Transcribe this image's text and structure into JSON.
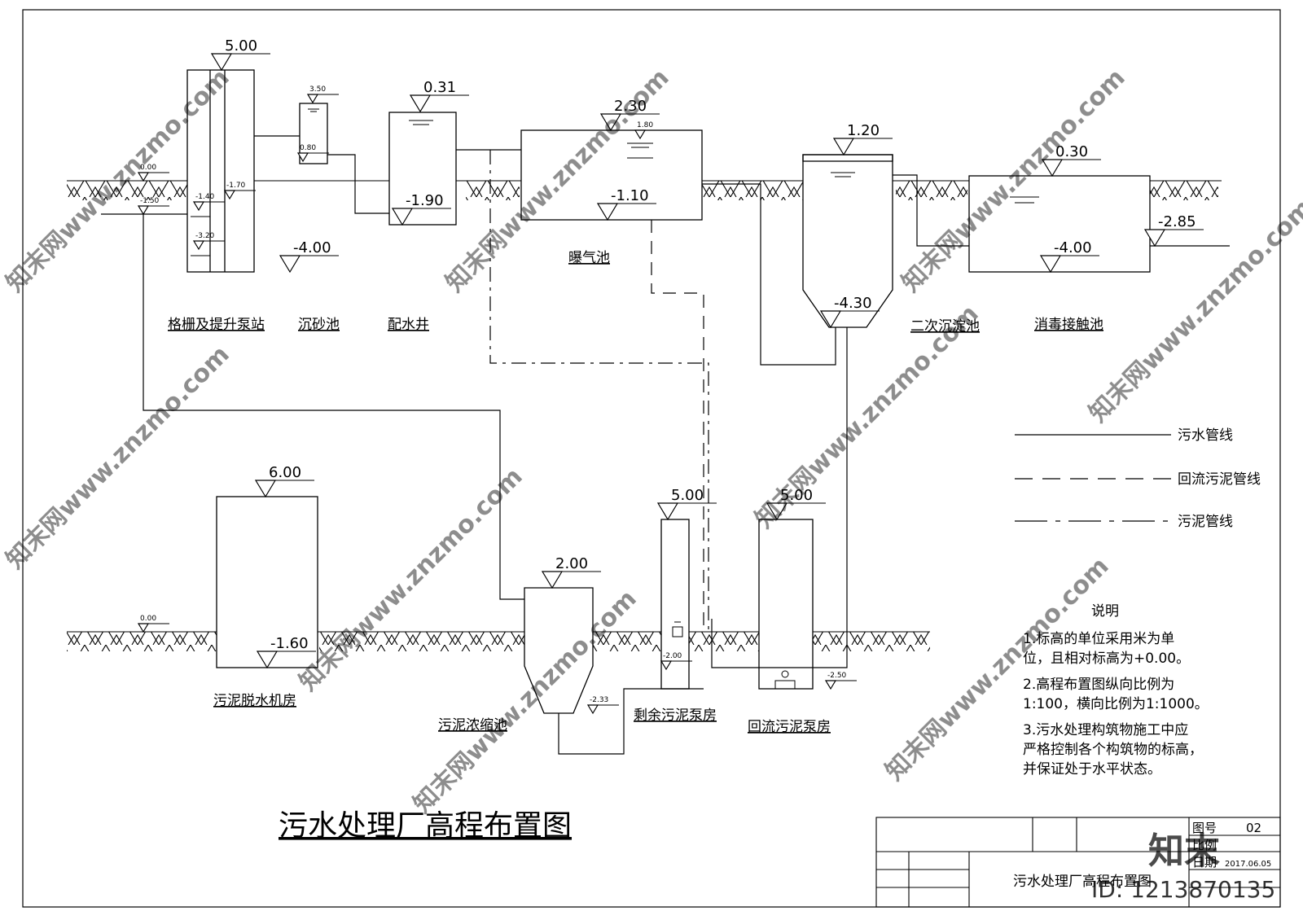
{
  "title": "污水处理厂高程布置图",
  "structures": {
    "grille": "格栅及提升泵站",
    "grit": "沉砂池",
    "distribution": "配水井",
    "aeration": "曝气池",
    "secondary": "二次沉淀池",
    "disinfection": "消毒接触池",
    "dewatering": "污泥脱水机房",
    "thickener": "污泥浓缩池",
    "excess_pump": "剩余污泥泵房",
    "return_pump": "回流污泥泵房"
  },
  "elevations": {
    "grille_top": "5.00",
    "ground_top_left": "0.00",
    "ground_bottom_left": "0.00",
    "inlet": "-1.50",
    "grille_w1": "-1.40",
    "grille_w2": "-1.70",
    "grille_w3": "-3.20",
    "grille_base": "-4.00",
    "grit_top": "3.50",
    "grit_w": "0.80",
    "dist_top": "0.31",
    "dist_base": "-1.90",
    "aer_top": "2.30",
    "aer_w": "1.80",
    "aer_base": "-1.10",
    "sec_top": "1.20",
    "sec_base": "-4.30",
    "dis_top": "0.30",
    "dis_base": "-4.00",
    "outlet": "-2.85",
    "dew_top": "6.00",
    "dew_base": "-1.60",
    "thick_top": "2.00",
    "thick_base": "-2.33",
    "excess_top": "5.00",
    "excess_base": "-2.00",
    "return_top": "5.00",
    "return_base": "-2.50"
  },
  "legend": {
    "sewage": "污水管线",
    "return_sludge": "回流污泥管线",
    "sludge": "污泥管线"
  },
  "notes": {
    "heading": "说明",
    "lines": [
      "1.标高的单位采用米为单",
      "位，且相对标高为+0.00。",
      "2.高程布置图纵向比例为",
      "1:100，横向比例为1:1000。",
      "3.污水处理构筑物施工中应",
      "严格控制各个构筑物的标高，",
      "并保证处于水平状态。"
    ]
  },
  "titleblock": {
    "drawing_no_label": "图号",
    "drawing_no": "02",
    "scale_label": "比例",
    "date_label": "日期",
    "date": "2017.06.05",
    "name": "污水处理厂高程布置图"
  },
  "watermark": {
    "text": "知末网www.znzmo.com",
    "logo": "知末",
    "id": "ID: 1213870135"
  }
}
